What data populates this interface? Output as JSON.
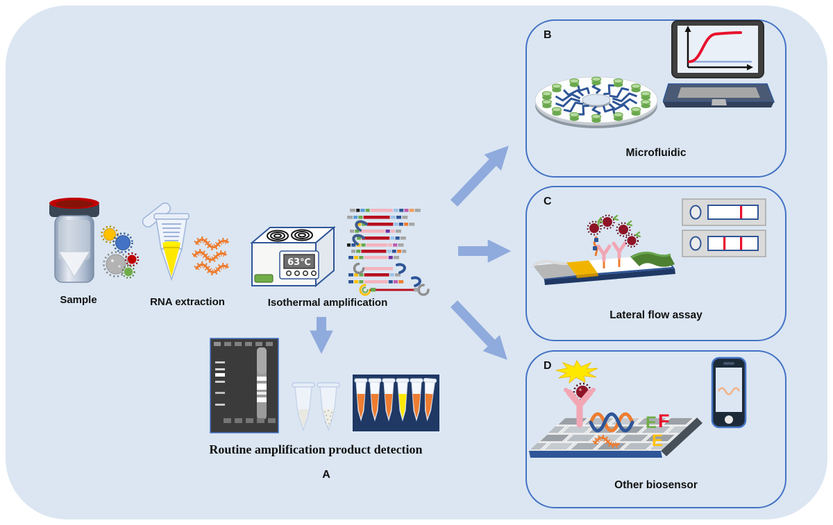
{
  "colors": {
    "canvas": "#dbe6f2",
    "panel_border": "#4472c4",
    "arrow": "#8faadc",
    "device_outline": "#2e5597",
    "test_line_red": "#e8112d",
    "curve_red": "#e8112d",
    "rna_orange": "#ed7d31",
    "tube_navy": "#1f3864"
  },
  "workflow": {
    "sample_label": "Sample",
    "rna_label": "RNA extraction",
    "amplification_label": "Isothermal amplification",
    "temperature": "63℃",
    "routine_label": "Routine amplification product detection",
    "figure_letter": "A"
  },
  "panels": [
    {
      "letter": "B",
      "label": "Microfluidic"
    },
    {
      "letter": "C",
      "label": "Lateral flow assay"
    },
    {
      "letter": "D",
      "label": "Other biosensor"
    }
  ],
  "biosensor_letters": [
    "E",
    "F",
    "E"
  ],
  "icons": [
    "sample-collection-tube-icon",
    "virus-particles-icon",
    "rna-extraction-tube-icon",
    "rna-strands-icon",
    "isothermal-heat-block-icon",
    "amplified-dna-products-icon",
    "down-arrow-icon",
    "gel-electrophoresis-icon",
    "microcentrifuge-tubes-icon",
    "colorimetric-tube-strip-icon",
    "microfluidic-disc-icon",
    "laptop-curve-icon",
    "lateral-flow-strip-icon",
    "test-cassette-icon",
    "biosensor-chip-icon",
    "antibody-icon",
    "dna-helix-icon",
    "smartphone-icon",
    "flash-icon"
  ]
}
